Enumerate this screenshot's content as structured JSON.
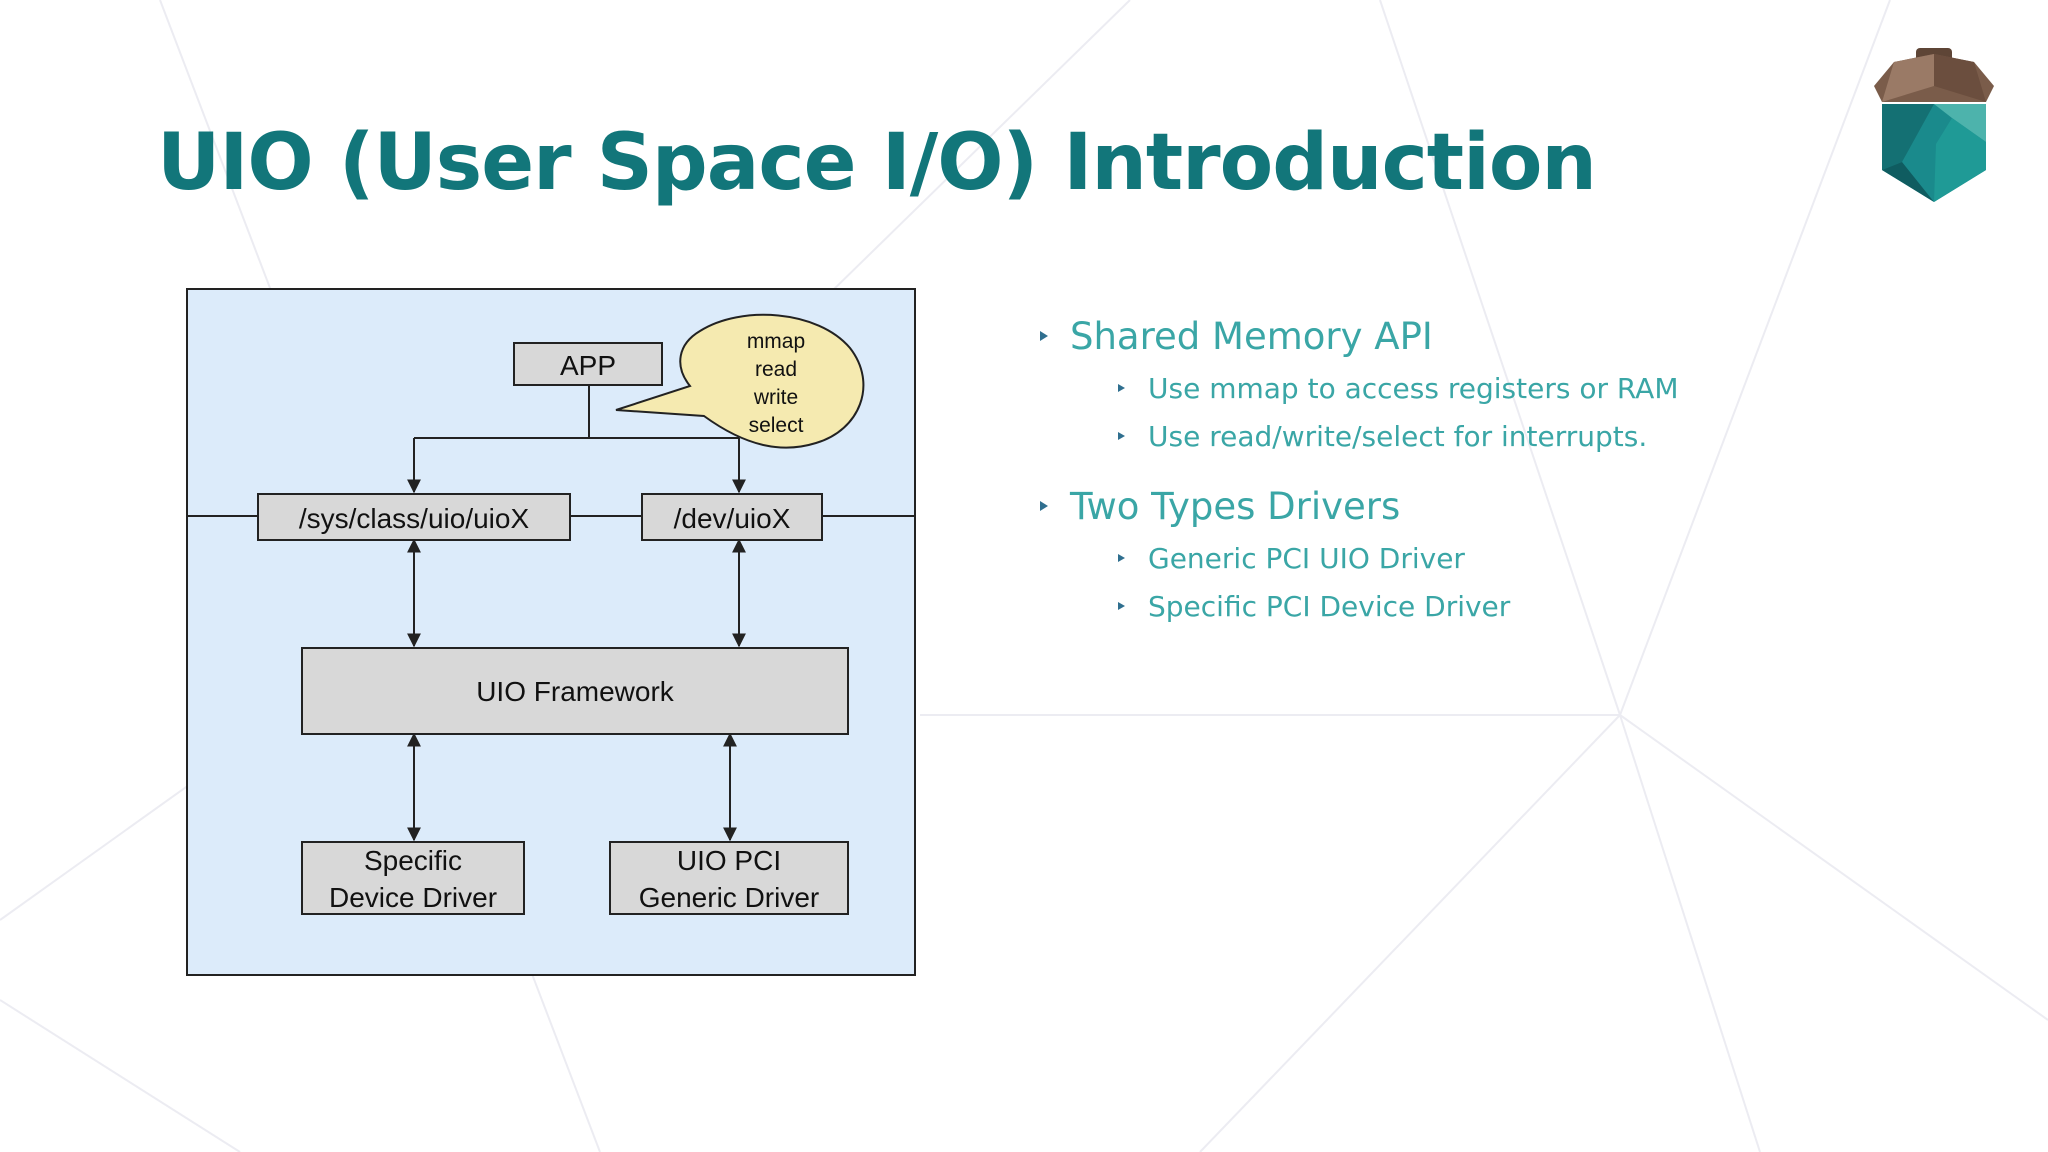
{
  "slide": {
    "title": "UIO (User Space I/O) Introduction"
  },
  "logo": {
    "icon": "acorn-logo-icon",
    "colors": {
      "cap": "#7a5c4a",
      "body": "#1a8a8c"
    }
  },
  "diagram": {
    "colors": {
      "background": "#dcebfa",
      "box_fill": "#d8d8d8",
      "callout_fill": "#f5eab0",
      "stroke": "#222222"
    },
    "nodes": [
      {
        "id": "app",
        "lines": [
          "APP"
        ]
      },
      {
        "id": "sys",
        "lines": [
          "/sys/class/uio/uioX"
        ]
      },
      {
        "id": "dev",
        "lines": [
          "/dev/uioX"
        ]
      },
      {
        "id": "fw",
        "lines": [
          "UIO Framework"
        ]
      },
      {
        "id": "spec",
        "lines": [
          "Specific",
          "Device Driver"
        ]
      },
      {
        "id": "pci",
        "lines": [
          "UIO PCI",
          "Generic Driver"
        ]
      }
    ],
    "callout": {
      "lines": [
        "mmap",
        "read",
        "write",
        "select"
      ]
    }
  },
  "bullets": [
    {
      "text": "Shared Memory API",
      "children": [
        "Use mmap to access registers or RAM",
        "Use read/write/select for interrupts."
      ]
    },
    {
      "text": "Two Types Drivers",
      "children": [
        "Generic PCI UIO Driver",
        "Specific PCI Device Driver"
      ]
    }
  ],
  "colors": {
    "title": "#12767a",
    "bullet_text": "#3aa6a6",
    "bullet_marker": "#2f6f8f"
  }
}
